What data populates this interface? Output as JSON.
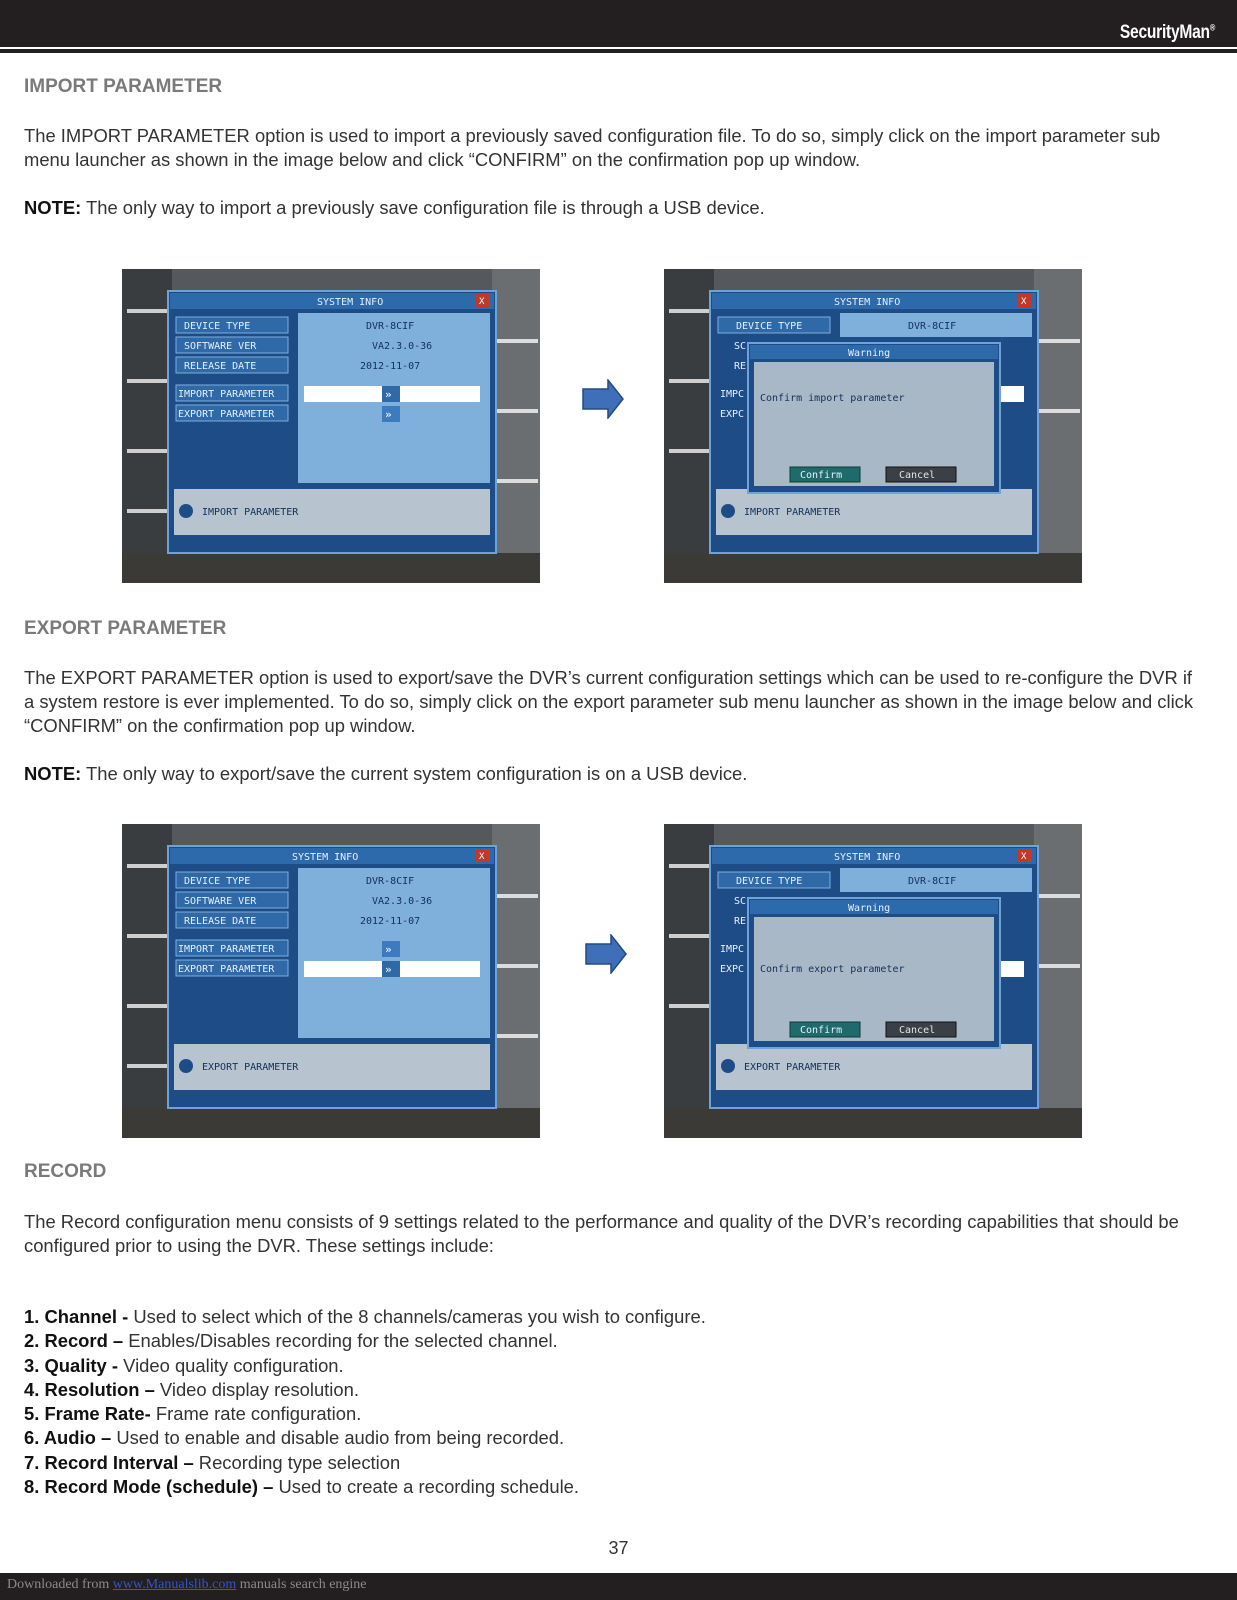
{
  "header": {
    "brand": "SecurityMan",
    "brand_mark": "®"
  },
  "sections": {
    "import": {
      "heading": "IMPORT PARAMETER",
      "body": "The IMPORT PARAMETER option is used to import a previously saved configuration file.  To do so, simply click on the import parameter sub menu launcher as shown in the image below and click “CONFIRM” on the confirmation pop up window.",
      "note_label": "NOTE:",
      "note_text": " The only way to import a previously save configuration file is through a USB device."
    },
    "export": {
      "heading": "EXPORT PARAMETER",
      "body": "The EXPORT PARAMETER option is used to export/save the DVR’s current configuration settings which can be used to re-configure the DVR if a system restore is ever implemented. To do so, simply click on the export parameter sub menu launcher as shown in the image below and click “CONFIRM” on the confirmation pop up window.",
      "note_label": "NOTE:",
      "note_text": " The only way to export/save the current system configuration is on a USB device."
    },
    "record": {
      "heading": "RECORD",
      "body": "The Record configuration menu consists of 9 settings related to the performance and quality of the DVR’s recording capabilities that should be configured prior to using the DVR.  These settings include:",
      "items": [
        {
          "label": "1. Channel -",
          "text": " Used to select which of the 8 channels/cameras you wish to configure."
        },
        {
          "label": "2. Record –",
          "text": " Enables/Disables recording for the selected channel."
        },
        {
          "label": "3. Quality -",
          "text": " Video quality configuration."
        },
        {
          "label": "4. Resolution –",
          "text": " Video display resolution."
        },
        {
          "label": "5. Frame Rate-",
          "text": " Frame rate configuration."
        },
        {
          "label": "6. Audio –",
          "text": " Used to enable and disable audio from being recorded."
        },
        {
          "label": "7. Record Interval –",
          "text": " Recording type selection"
        },
        {
          "label": "8. Record Mode (schedule) –",
          "text": " Used to create a recording schedule."
        }
      ]
    }
  },
  "dvr": {
    "window_title": "SYSTEM INFO",
    "close": "X",
    "labels": [
      "DEVICE TYPE",
      "SOFTWARE VER",
      "RELEASE DATE",
      "IMPORT PARAMETER",
      "EXPORT PARAMETER"
    ],
    "device_type": "DVR-8CIF",
    "software_ver": "VA2.3.0-36",
    "release_date": "2012-11-07",
    "arrows": "»",
    "import_status": "IMPORT PARAMETER",
    "export_status": "EXPORT PARAMETER",
    "dialog_title": "Warning",
    "confirm_import": "Confirm import parameter",
    "confirm_export": "Confirm export parameter",
    "confirm_button": "Confirm",
    "cancel_button": "Cancel",
    "truncated_labels": [
      "DEVICE TYPE",
      "SC",
      "RE",
      "IMPC",
      "EXPC"
    ]
  },
  "page_number": "37",
  "footer": {
    "prefix": "Downloaded from ",
    "link": "www.Manualslib.com",
    "suffix": "  manuals search engine"
  },
  "colors": {
    "bar": "#231f20",
    "heading_gray": "#7a7a7a",
    "dvr_blue": "#2e5f9a",
    "dvr_light": "#7fb0dc",
    "arrow_blue": "#3f6fb8"
  }
}
